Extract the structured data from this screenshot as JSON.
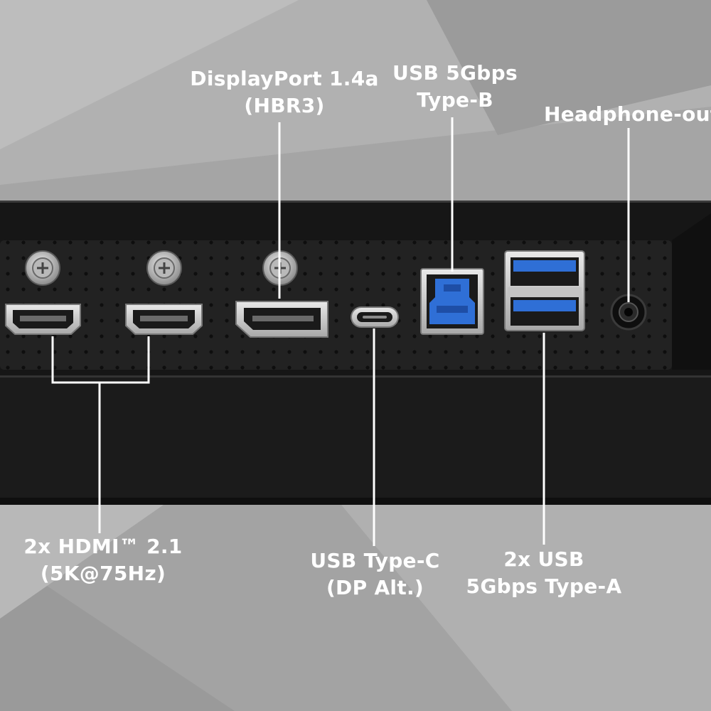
{
  "labels": {
    "displayport": {
      "line1": "DisplayPort 1.4a",
      "line2": "(HBR3)"
    },
    "usb_type_b": {
      "line1": "USB 5Gbps",
      "line2": "Type-B"
    },
    "headphone": {
      "line1": "Headphone-out"
    },
    "hdmi": {
      "line1": "2x HDMI™ 2.1",
      "line2": "(5K@75Hz)"
    },
    "usb_type_c": {
      "line1": "USB Type-C",
      "line2": "(DP Alt.)"
    },
    "usb_type_a": {
      "line1": "2x USB",
      "line2": "5Gbps Type-A"
    }
  },
  "colors": {
    "background": "#a7a7a7",
    "panel": "#1c1c1c",
    "port_metal": "#d2d2d2",
    "usb_blue": "#2f6fd6",
    "text": "#ffffff"
  },
  "icons": [
    "hdmi-port",
    "displayport-port",
    "usb-c-port",
    "usb-b-port",
    "usb-a-port",
    "audio-jack",
    "thumb-screw"
  ]
}
